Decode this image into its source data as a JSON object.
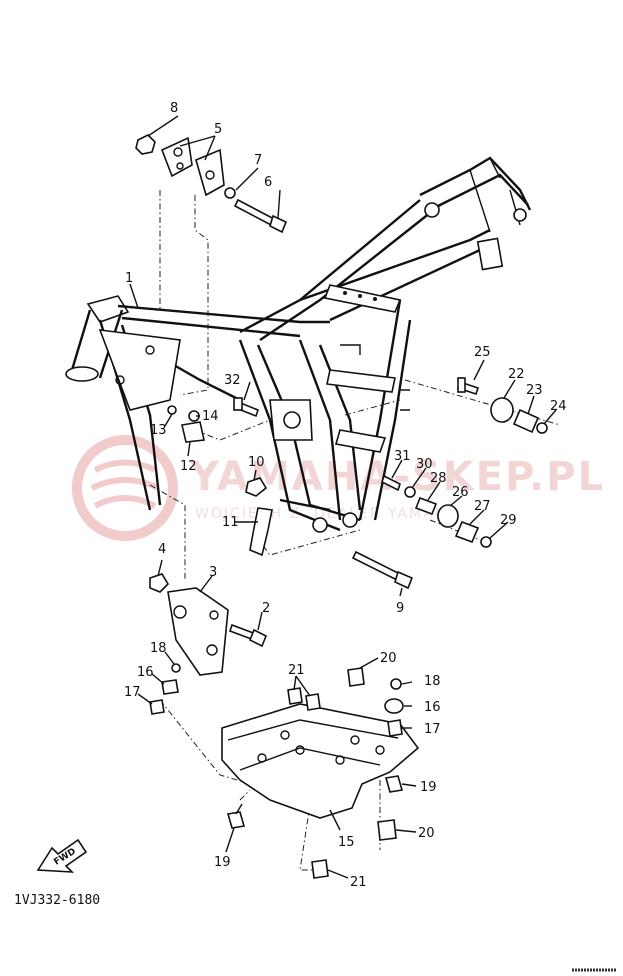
{
  "diagram_code": "1VJ332-6180",
  "fwd_label": "FWD",
  "watermark": {
    "main": "YAMAHA-SKEP.PL",
    "sub": "WOJCIECH Z. DEALER YAMAHA"
  },
  "colors": {
    "ink": "#111111",
    "watermark": "#f2d6d6"
  },
  "callouts": [
    {
      "id": "1",
      "label": "1"
    },
    {
      "id": "2",
      "label": "2"
    },
    {
      "id": "3",
      "label": "3"
    },
    {
      "id": "4",
      "label": "4"
    },
    {
      "id": "5",
      "label": "5"
    },
    {
      "id": "6",
      "label": "6"
    },
    {
      "id": "7",
      "label": "7"
    },
    {
      "id": "8",
      "label": "8"
    },
    {
      "id": "9",
      "label": "9"
    },
    {
      "id": "10",
      "label": "10"
    },
    {
      "id": "11",
      "label": "11"
    },
    {
      "id": "12",
      "label": "12"
    },
    {
      "id": "13",
      "label": "13"
    },
    {
      "id": "14",
      "label": "14"
    },
    {
      "id": "15",
      "label": "15"
    },
    {
      "id": "16a",
      "label": "16"
    },
    {
      "id": "16b",
      "label": "16"
    },
    {
      "id": "17a",
      "label": "17"
    },
    {
      "id": "17b",
      "label": "17"
    },
    {
      "id": "18a",
      "label": "18"
    },
    {
      "id": "18b",
      "label": "18"
    },
    {
      "id": "19a",
      "label": "19"
    },
    {
      "id": "19b",
      "label": "19"
    },
    {
      "id": "20a",
      "label": "20"
    },
    {
      "id": "20b",
      "label": "20"
    },
    {
      "id": "21a",
      "label": "21"
    },
    {
      "id": "21b",
      "label": "21"
    },
    {
      "id": "22",
      "label": "22"
    },
    {
      "id": "23",
      "label": "23"
    },
    {
      "id": "24",
      "label": "24"
    },
    {
      "id": "25",
      "label": "25"
    },
    {
      "id": "26",
      "label": "26"
    },
    {
      "id": "27",
      "label": "27"
    },
    {
      "id": "28",
      "label": "28"
    },
    {
      "id": "29",
      "label": "29"
    },
    {
      "id": "30",
      "label": "30"
    },
    {
      "id": "31",
      "label": "31"
    },
    {
      "id": "32",
      "label": "32"
    }
  ]
}
